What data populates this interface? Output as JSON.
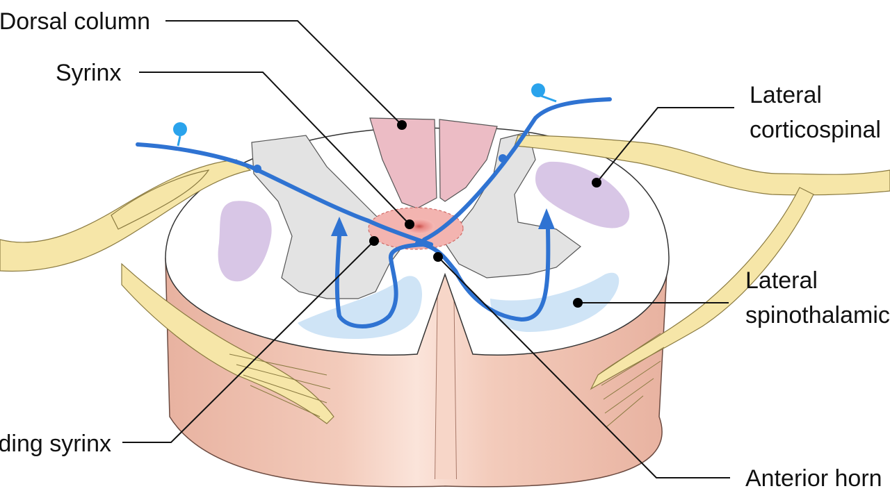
{
  "diagram": {
    "labels": {
      "dorsal_column": "Dorsal column",
      "syrinx": "Syrinx",
      "lateral_corticospinal_line1": "Lateral",
      "lateral_corticospinal_line2": "corticospinal",
      "lateral_spinothalamic_line1": "Lateral",
      "lateral_spinothalamic_line2": "spinothalamic",
      "expanding_syrinx": "Expanding syrinx",
      "anterior_horn": "Anterior horn"
    },
    "colors": {
      "cord_side": "#efc0ad",
      "cord_top": "#ffffff",
      "grey_matter": "#e3e3e3",
      "dorsal_column": "#ecbcc5",
      "corticospinal_tract": "#d8c6e6",
      "spinothalamic_tract": "#cfe4f6",
      "syrinx": "#ea8d8d",
      "nerve_root": "#f6e6a8",
      "pathway": "#2f73d2",
      "receptor": "#2aa3ec",
      "leader_line": "#111111"
    }
  }
}
